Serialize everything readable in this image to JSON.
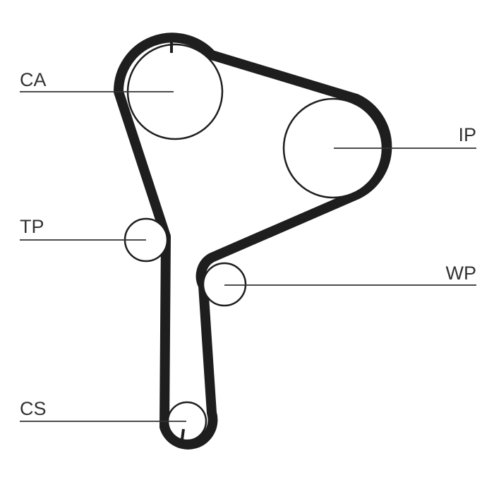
{
  "colors": {
    "belt": "#1e1e1e",
    "pulley": "#1e1e1e",
    "leader": "#333333",
    "label": "#333333"
  },
  "components": {
    "ca": {
      "label": "CA"
    },
    "ip": {
      "label": "IP"
    },
    "tp": {
      "label": "TP"
    },
    "wp": {
      "label": "WP"
    },
    "cs": {
      "label": "CS"
    }
  }
}
